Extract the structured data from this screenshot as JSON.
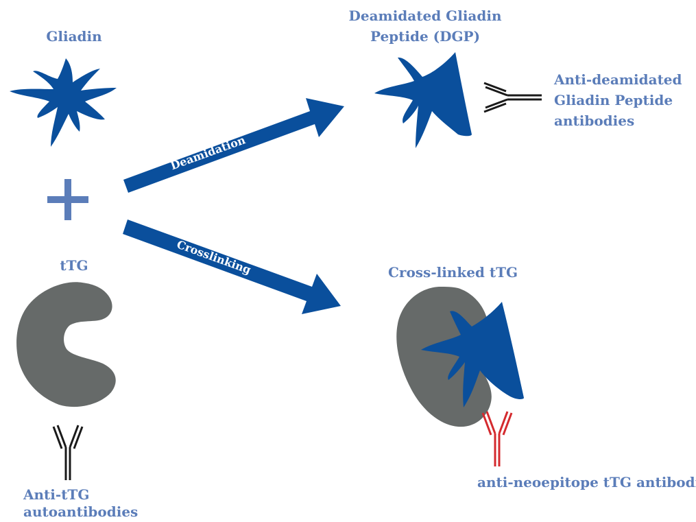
{
  "labels": {
    "gliadin": "Gliadin",
    "dgp_line1": "Deamidated Gliadin",
    "dgp_line2": "Peptide (DGP)",
    "anti_dgp_line1": "Anti-deamidated",
    "anti_dgp_line2": "Gliadin Peptide",
    "anti_dgp_line3": "antibodies",
    "ttg": "tTG",
    "cross_linked_ttg": "Cross-linked tTG",
    "anti_ttg_line1": "Anti-tTG",
    "anti_ttg_line2": "autoantibodies",
    "anti_neoepitope": "anti-neoepitope tTG antibodies"
  },
  "arrows": {
    "deamidation": "Deamidation",
    "crosslinking": "Crosslinking"
  },
  "colors": {
    "label_blue": "#5b7db9",
    "shape_blue": "#0a4f9c",
    "ttg_gray": "#666a69",
    "antibody_black": "#1a1a1a",
    "antibody_red": "#d42a2e",
    "plus_blue": "#5b7db9"
  }
}
